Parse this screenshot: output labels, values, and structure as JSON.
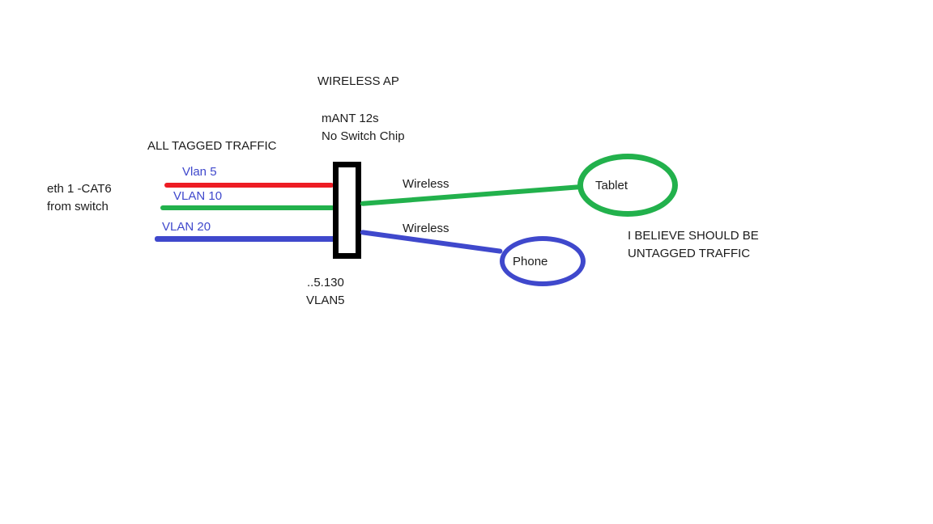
{
  "colors": {
    "ink": "#1c1c1c",
    "red": "#ed1c24",
    "green": "#22b14c",
    "blue": "#3f48cc",
    "box_stroke": "#000000"
  },
  "diagram": {
    "title": "WIRELESS AP",
    "ap": {
      "model": "mANT 12s",
      "chip_note": "No Switch Chip",
      "ip": "..5.130",
      "vlan": "VLAN5"
    },
    "uplink": {
      "heading": "ALL TAGGED TRAFFIC",
      "cable_line1": "eth 1 -CAT6",
      "cable_line2": "from switch"
    },
    "vlans": [
      {
        "label": "Vlan 5",
        "color": "#ed1c24"
      },
      {
        "label": "VLAN 10",
        "color": "#22b14c"
      },
      {
        "label": "VLAN 20",
        "color": "#3f48cc"
      }
    ],
    "links": [
      {
        "label": "Wireless",
        "color": "#22b14c",
        "to": "Tablet"
      },
      {
        "label": "Wireless",
        "color": "#3f48cc",
        "to": "Phone"
      }
    ],
    "devices": [
      {
        "name": "Tablet",
        "color": "#22b14c"
      },
      {
        "name": "Phone",
        "color": "#3f48cc"
      }
    ],
    "note": {
      "line1": "I BELIEVE SHOULD BE",
      "line2": "UNTAGGED TRAFFIC"
    }
  }
}
